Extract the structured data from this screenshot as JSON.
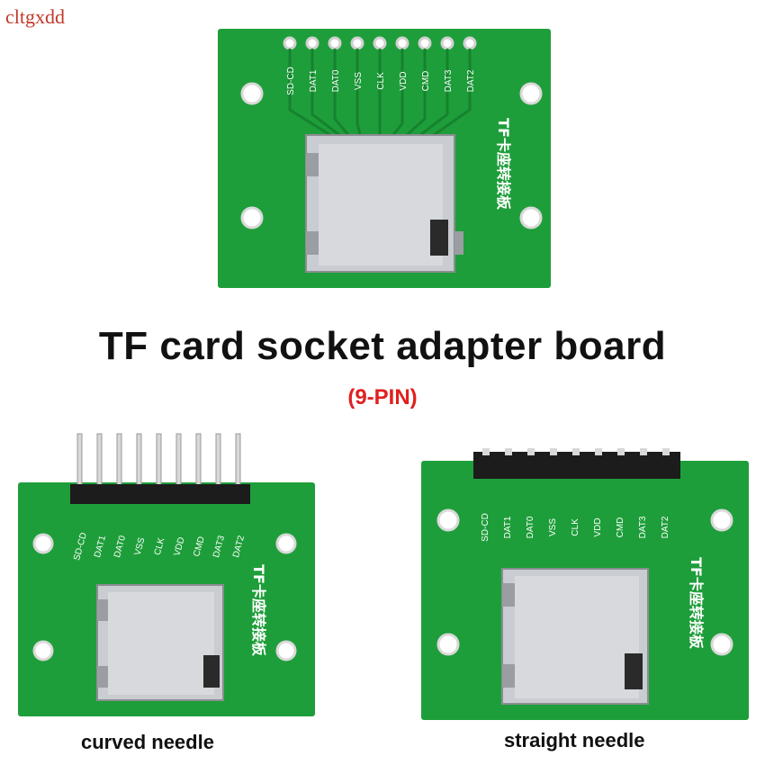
{
  "watermark": "cltgxdd",
  "title": "TF card socket adapter board",
  "subtitle": "(9-PIN)",
  "captions": {
    "curved": "curved needle",
    "straight": "straight needle"
  },
  "board": {
    "pin_labels": [
      "SD-CD",
      "DAT1",
      "DAT0",
      "VSS",
      "CLK",
      "VDD",
      "CMD",
      "DAT3",
      "DAT2"
    ],
    "side_text": "TF卡座转接板"
  },
  "colors": {
    "pcb": "#1e9e3a",
    "pcb_dark": "#16822e",
    "socket": "#c9ccd0",
    "title_accent": "#e02020"
  }
}
